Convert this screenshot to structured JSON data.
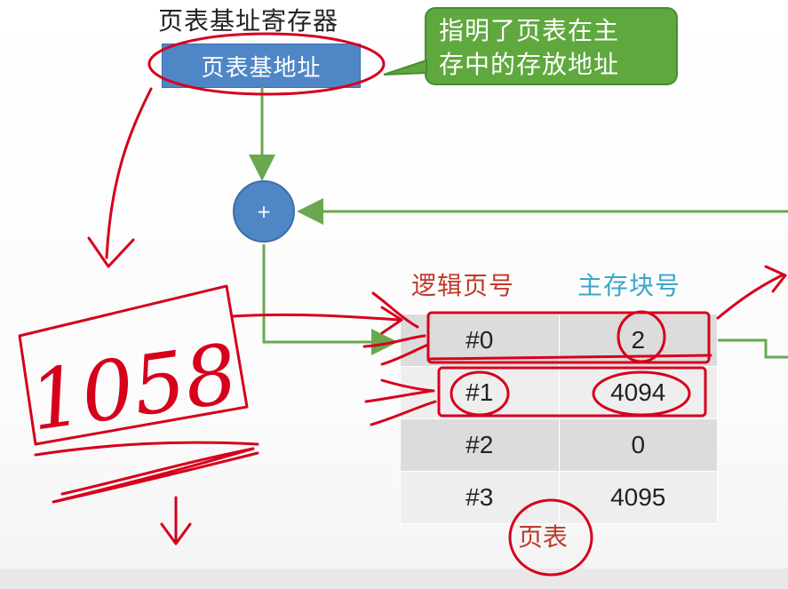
{
  "page_table_base_register": {
    "title": "页表基址寄存器",
    "box_label": "页表基地址"
  },
  "callout": {
    "line1": "指明了页表在主",
    "line2": "存中的存放地址"
  },
  "adder": {
    "symbol": "+"
  },
  "page_table": {
    "col_headers": [
      "逻辑页号",
      "主存块号"
    ],
    "rows": [
      {
        "page": "#0",
        "frame": "2"
      },
      {
        "page": "#1",
        "frame": "4094"
      },
      {
        "page": "#2",
        "frame": "0"
      },
      {
        "page": "#3",
        "frame": "4095"
      }
    ],
    "label": "页表"
  },
  "handwriting": {
    "number": "1058"
  },
  "colors": {
    "box_blue": "#4f86c6",
    "callout_green": "#5fa83e",
    "arrow_green": "#6aa84f",
    "ink_red": "#d6001c",
    "header_red": "#c0392b",
    "header_cyan": "#3aa6c9"
  }
}
